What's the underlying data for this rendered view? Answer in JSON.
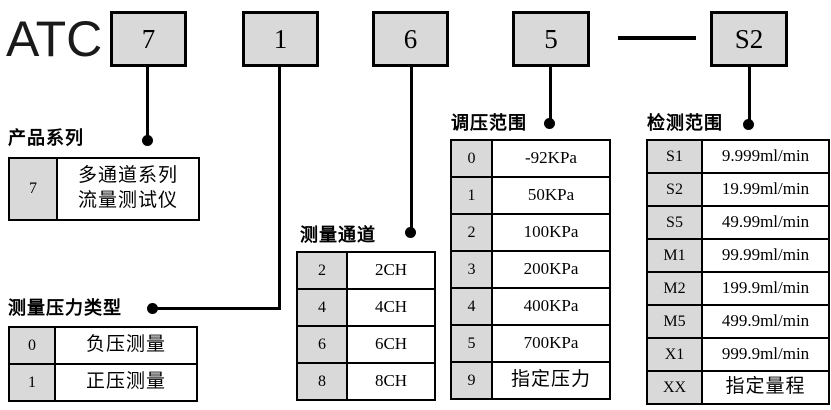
{
  "model_code": {
    "prefix": "ATC",
    "segments": [
      "7",
      "1",
      "6",
      "5",
      "S2"
    ],
    "separator": "—"
  },
  "sections": [
    {
      "title": "产品系列",
      "rows": [
        {
          "key": "7",
          "value": "多通道系列\n流量测试仪"
        }
      ]
    },
    {
      "title": "测量压力类型",
      "rows": [
        {
          "key": "0",
          "value": "负压测量"
        },
        {
          "key": "1",
          "value": "正压测量"
        }
      ]
    },
    {
      "title": "测量通道",
      "rows": [
        {
          "key": "2",
          "value": "2CH"
        },
        {
          "key": "4",
          "value": "4CH"
        },
        {
          "key": "6",
          "value": "6CH"
        },
        {
          "key": "8",
          "value": "8CH"
        }
      ]
    },
    {
      "title": "调压范围",
      "rows": [
        {
          "key": "0",
          "value": "-92KPa"
        },
        {
          "key": "1",
          "value": "50KPa"
        },
        {
          "key": "2",
          "value": "100KPa"
        },
        {
          "key": "3",
          "value": "200KPa"
        },
        {
          "key": "4",
          "value": "400KPa"
        },
        {
          "key": "5",
          "value": "700KPa"
        },
        {
          "key": "9",
          "value": "指定压力"
        }
      ]
    },
    {
      "title": "检测范围",
      "rows": [
        {
          "key": "S1",
          "value": "9.999ml/min"
        },
        {
          "key": "S2",
          "value": "19.99ml/min"
        },
        {
          "key": "S5",
          "value": "49.99ml/min"
        },
        {
          "key": "M1",
          "value": "99.99ml/min"
        },
        {
          "key": "M2",
          "value": "199.9ml/min"
        },
        {
          "key": "M5",
          "value": "499.9ml/min"
        },
        {
          "key": "X1",
          "value": "999.9ml/min"
        },
        {
          "key": "XX",
          "value": "指定量程"
        }
      ]
    }
  ],
  "colors": {
    "cell_fill": "#d9d9d9",
    "border": "#000000",
    "background": "#ffffff"
  }
}
